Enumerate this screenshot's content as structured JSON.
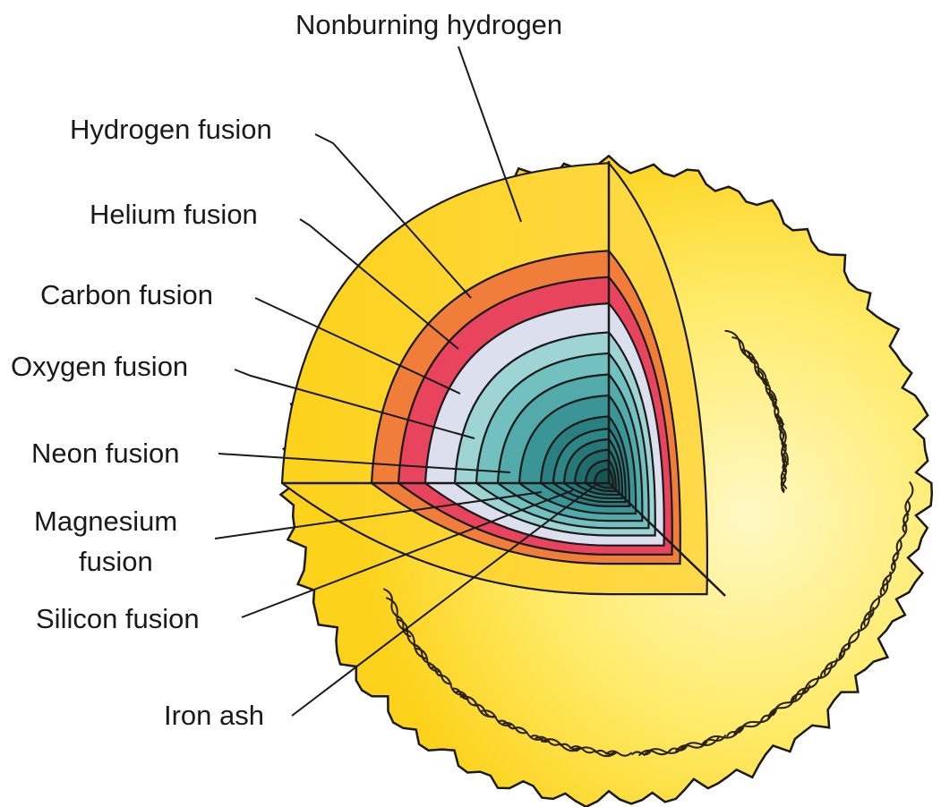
{
  "layers": [
    {
      "name": "Nonburning hydrogen",
      "color": "#FDD21A"
    },
    {
      "name": "Hydrogen fusion",
      "color": "#F07E3A"
    },
    {
      "name": "Helium fusion",
      "color": "#E8445E"
    },
    {
      "name": "Carbon fusion",
      "color": "#DCDFEE"
    },
    {
      "name": "Oxygen fusion",
      "color": "#9ED4D4"
    },
    {
      "name": "Neon fusion",
      "color": "#72C0C0"
    },
    {
      "name": "Magnesium fusion",
      "color": "#52AAAA"
    },
    {
      "name": "Silicon fusion",
      "color": "#3A9696"
    },
    {
      "name": "Iron ash",
      "color": "#2A8080"
    }
  ],
  "labels": {
    "nonburning_hydrogen": "Nonburning hydrogen",
    "hydrogen_fusion": "Hydrogen fusion",
    "helium_fusion": "Helium fusion",
    "carbon_fusion": "Carbon fusion",
    "oxygen_fusion": "Oxygen fusion",
    "neon_fusion": "Neon fusion",
    "magnesium_fusion_1": "Magnesium",
    "magnesium_fusion_2": "fusion",
    "silicon_fusion": "Silicon fusion",
    "iron_ash": "Iron ash"
  },
  "colors": {
    "surface": "#FDD21A",
    "surface_light": "#FFF6B8",
    "outline": "#1A1A1A"
  }
}
